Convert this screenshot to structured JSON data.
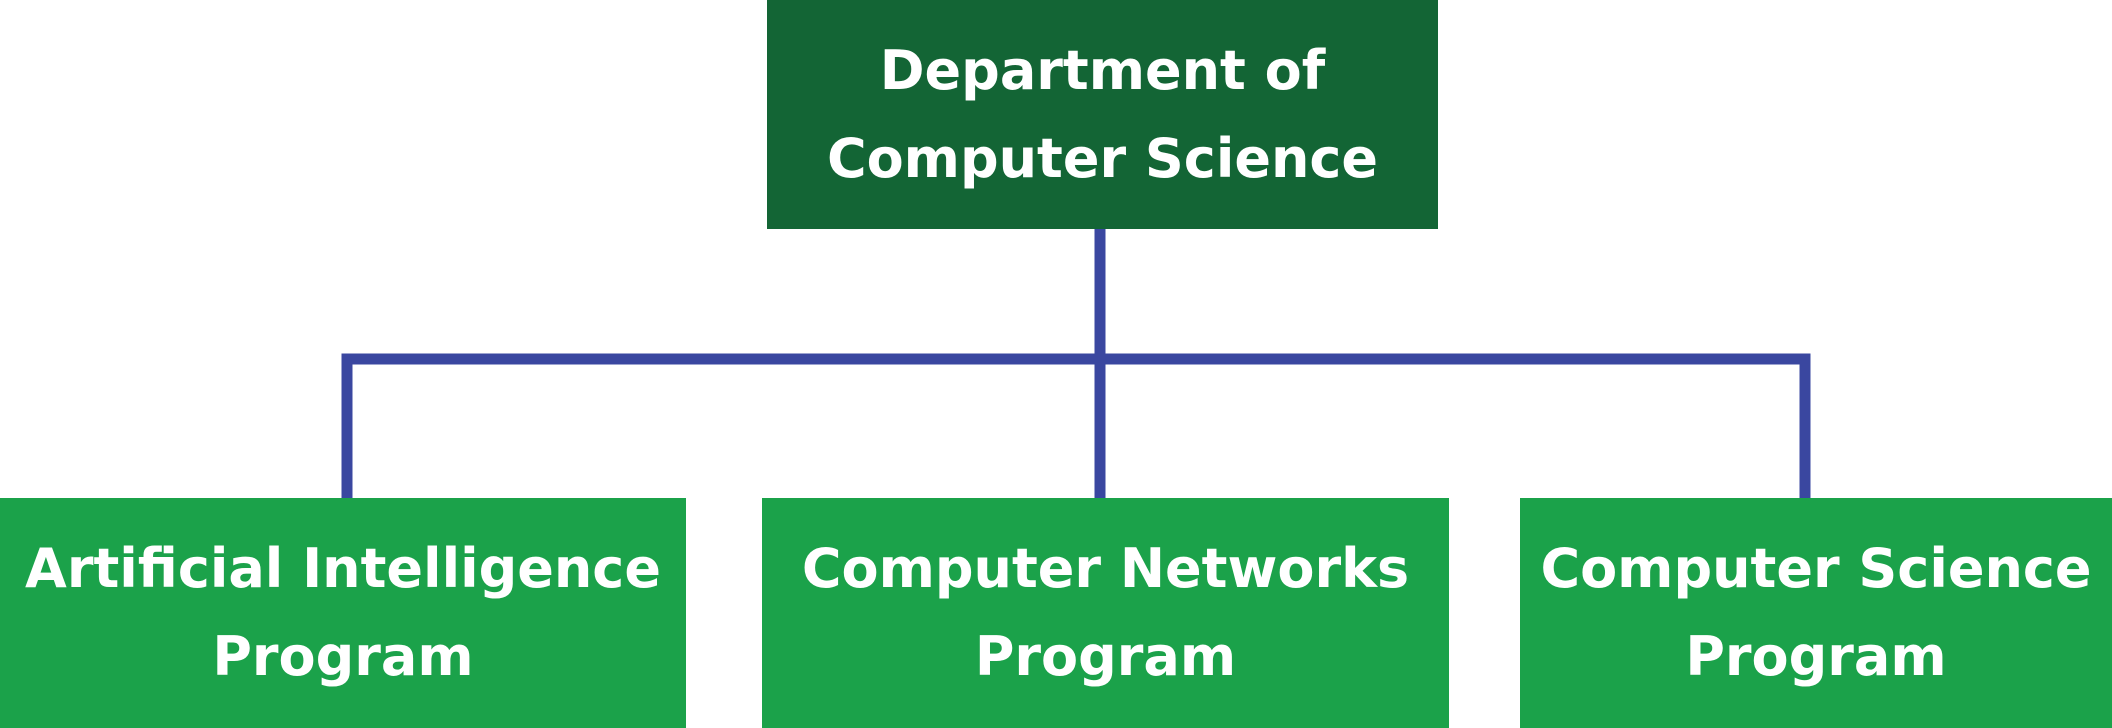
{
  "colors": {
    "root_fill": "#136535",
    "child_fill": "#1ba24a",
    "connector": "#3a47a0",
    "text": "#ffffff"
  },
  "root": {
    "label": "Department of\nComputer Science"
  },
  "children": [
    {
      "label": "Artificial Intelligence\nProgram"
    },
    {
      "label": "Computer Networks\nProgram"
    },
    {
      "label": "Computer Science\nProgram"
    }
  ]
}
